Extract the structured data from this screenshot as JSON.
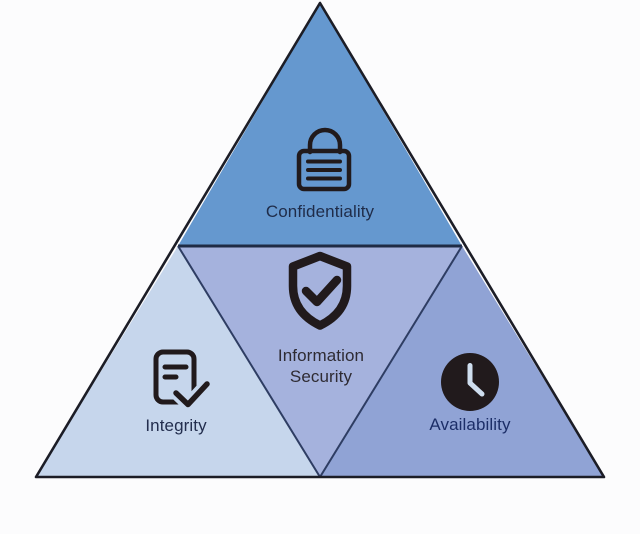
{
  "regions": {
    "top": {
      "label": "Confidentiality",
      "color": "#6598cf",
      "icon": "lock-icon"
    },
    "bottom_left": {
      "label": "Integrity",
      "color": "#c6d6ec",
      "icon": "document-check-icon"
    },
    "center": {
      "label_line1": "Information",
      "label_line2": "Security",
      "color": "#a5b2dd",
      "icon": "shield-check-icon"
    },
    "bottom_right": {
      "label": "Availability",
      "color": "#90a3d5",
      "icon": "clock-icon"
    }
  },
  "colors": {
    "background": "#fcfcfd",
    "outer_outline": "#1c1d26",
    "divider_line": "#1f2b45",
    "inner_line": "#2e3d63",
    "icon": "#211a1c",
    "clock_hands": "#cfdeef",
    "label_top": "#1f2c49",
    "label_center": "#2e2b33",
    "label_left": "#232e4e",
    "label_right": "#1c2e68"
  }
}
